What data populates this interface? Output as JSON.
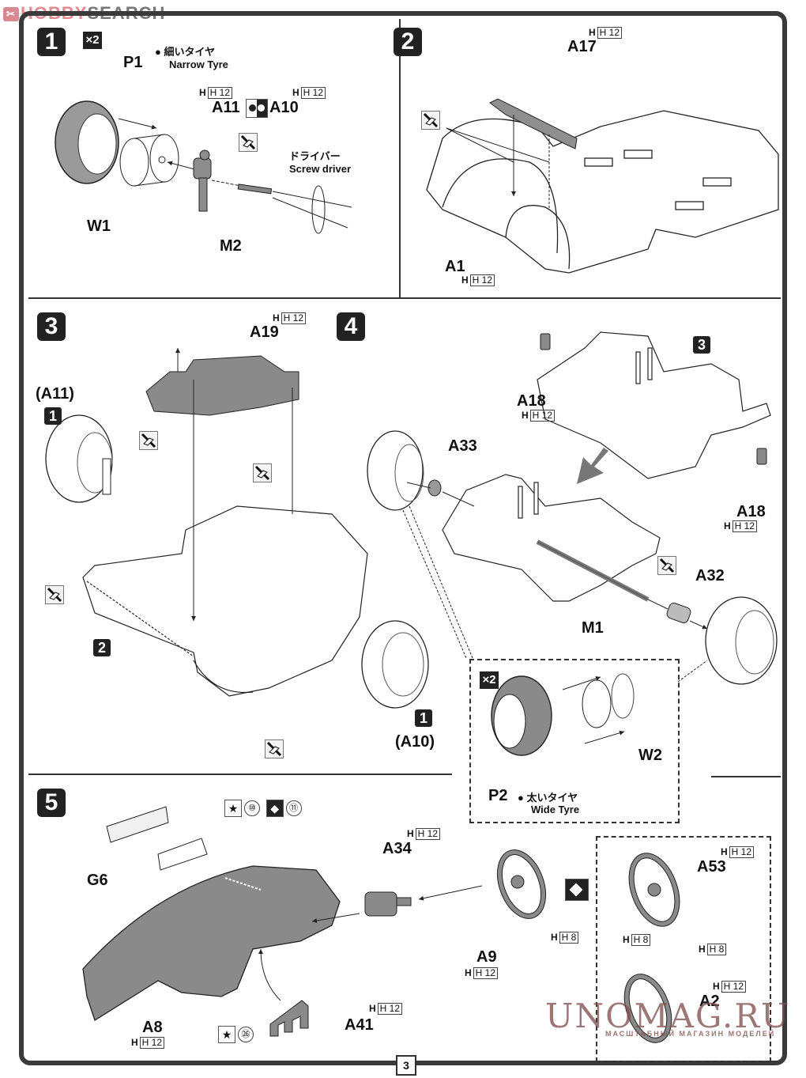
{
  "watermarks": {
    "top_left_brand_part1": "HOBBY",
    "top_left_brand_part2": "SEARCH",
    "bottom_right_site": "UNOMAG.RU",
    "bottom_right_tagline": "МАСШТАБНЫЙ МАГАЗИН МОДЕЛЕЙ"
  },
  "page_number": "3",
  "steps": [
    {
      "number": "1",
      "multiplier": "×2",
      "tyre_note_jp": "● 細いタイヤ",
      "tyre_note_en": "Narrow Tyre",
      "parts": [
        "P1",
        "W1",
        "A11",
        "A10",
        "M2"
      ],
      "colors": {
        "A11": "H 12",
        "A10": "H 12"
      },
      "tool_jp": "ドライバー",
      "tool_en": "Screw driver",
      "option_icon": "left-right-option-icon"
    },
    {
      "number": "2",
      "parts": [
        "A17",
        "A1"
      ],
      "colors": {
        "A17": "H 12",
        "A1": "H 12"
      }
    },
    {
      "number": "3",
      "parts": [
        "A19"
      ],
      "colors": {
        "A19": "H 12"
      },
      "refs": [
        {
          "step": "1",
          "label": "(A11)"
        },
        {
          "step": "2",
          "label": ""
        },
        {
          "step": "1",
          "label": "(A10)"
        }
      ]
    },
    {
      "number": "4",
      "parts": [
        "A18",
        "A18",
        "A33",
        "M1",
        "A32"
      ],
      "colors": {
        "A18_upper": "H 12",
        "A18_lower": "H 12"
      },
      "ref_step": "3",
      "subassembly": {
        "multiplier": "×2",
        "parts": [
          "P2",
          "W2"
        ],
        "tyre_note_jp": "● 太いタイヤ",
        "tyre_note_en": "Wide Tyre"
      }
    },
    {
      "number": "5",
      "parts": [
        "G6",
        "A34",
        "A9",
        "A8",
        "A41",
        "A53",
        "A2"
      ],
      "colors": {
        "A34": "H 12",
        "A9": "H 12",
        "A8": "H 12",
        "A41": "H 12",
        "A53": "H 12",
        "A2": "H 12",
        "A9_spokes": "H 8",
        "A53_spokes_left": "H 8",
        "A53_spokes_right": "H 8"
      },
      "decals": [
        {
          "num": "⑩",
          "icon": "decal-star-icon"
        },
        {
          "num": "⑪",
          "icon": "option-arrow-icon"
        },
        {
          "num": "㉖",
          "icon": "decal-star-icon"
        }
      ]
    }
  ]
}
